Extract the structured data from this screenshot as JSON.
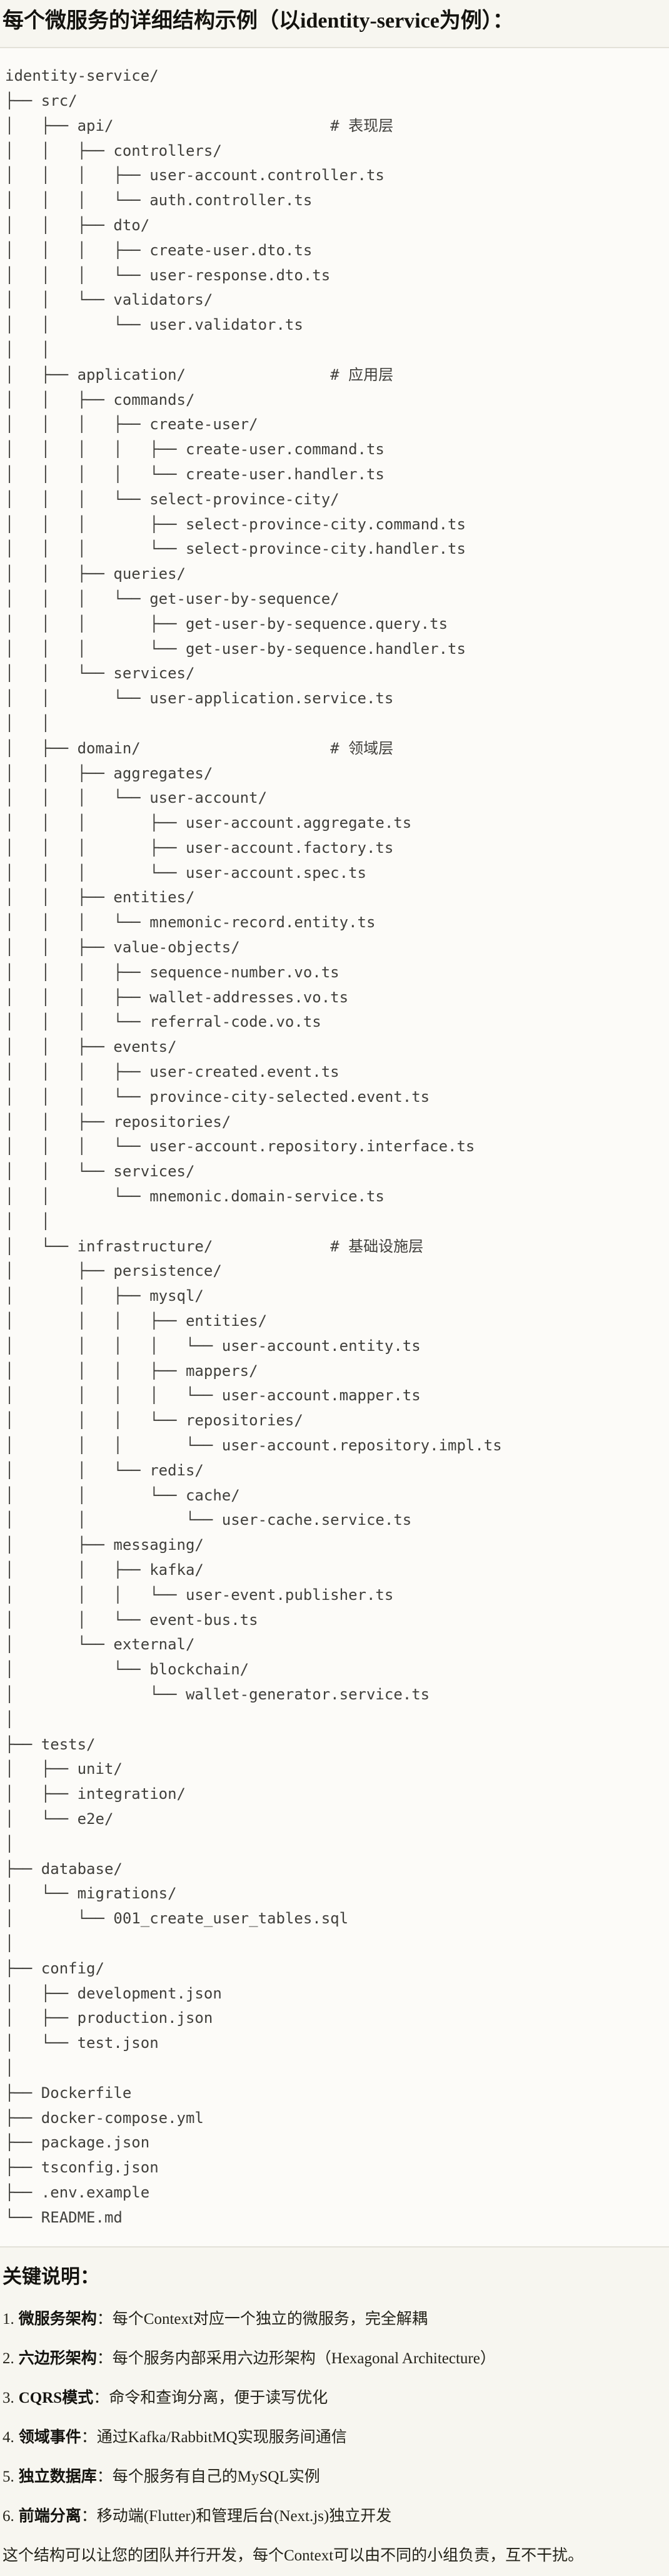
{
  "colors": {
    "page_bg": "#F7F6F0",
    "code_bg": "#FCFBF8",
    "code_border": "#E3E1D9",
    "code_text": "#403F3B",
    "heading_text": "#14130F",
    "body_text": "#232219"
  },
  "header": {
    "title": "每个微服务的详细结构示例（以identity-service为例）："
  },
  "code_block": {
    "tree_lines": [
      "identity-service/",
      "├── src/",
      "│   ├── api/                        # 表现层",
      "│   │   ├── controllers/",
      "│   │   │   ├── user-account.controller.ts",
      "│   │   │   └── auth.controller.ts",
      "│   │   ├── dto/",
      "│   │   │   ├── create-user.dto.ts",
      "│   │   │   └── user-response.dto.ts",
      "│   │   └── validators/",
      "│   │       └── user.validator.ts",
      "│   │",
      "│   ├── application/                # 应用层",
      "│   │   ├── commands/",
      "│   │   │   ├── create-user/",
      "│   │   │   │   ├── create-user.command.ts",
      "│   │   │   │   └── create-user.handler.ts",
      "│   │   │   └── select-province-city/",
      "│   │   │       ├── select-province-city.command.ts",
      "│   │   │       └── select-province-city.handler.ts",
      "│   │   ├── queries/",
      "│   │   │   └── get-user-by-sequence/",
      "│   │   │       ├── get-user-by-sequence.query.ts",
      "│   │   │       └── get-user-by-sequence.handler.ts",
      "│   │   └── services/",
      "│   │       └── user-application.service.ts",
      "│   │",
      "│   ├── domain/                     # 领域层",
      "│   │   ├── aggregates/",
      "│   │   │   └── user-account/",
      "│   │   │       ├── user-account.aggregate.ts",
      "│   │   │       ├── user-account.factory.ts",
      "│   │   │       └── user-account.spec.ts",
      "│   │   ├── entities/",
      "│   │   │   └── mnemonic-record.entity.ts",
      "│   │   ├── value-objects/",
      "│   │   │   ├── sequence-number.vo.ts",
      "│   │   │   ├── wallet-addresses.vo.ts",
      "│   │   │   └── referral-code.vo.ts",
      "│   │   ├── events/",
      "│   │   │   ├── user-created.event.ts",
      "│   │   │   └── province-city-selected.event.ts",
      "│   │   ├── repositories/",
      "│   │   │   └── user-account.repository.interface.ts",
      "│   │   └── services/",
      "│   │       └── mnemonic.domain-service.ts",
      "│   │",
      "│   └── infrastructure/             # 基础设施层",
      "│       ├── persistence/",
      "│       │   ├── mysql/",
      "│       │   │   ├── entities/",
      "│       │   │   │   └── user-account.entity.ts",
      "│       │   │   ├── mappers/",
      "│       │   │   │   └── user-account.mapper.ts",
      "│       │   │   └── repositories/",
      "│       │   │       └── user-account.repository.impl.ts",
      "│       │   └── redis/",
      "│       │       └── cache/",
      "│       │           └── user-cache.service.ts",
      "│       ├── messaging/",
      "│       │   ├── kafka/",
      "│       │   │   └── user-event.publisher.ts",
      "│       │   └── event-bus.ts",
      "│       └── external/",
      "│           └── blockchain/",
      "│               └── wallet-generator.service.ts",
      "│",
      "├── tests/",
      "│   ├── unit/",
      "│   ├── integration/",
      "│   └── e2e/",
      "│",
      "├── database/",
      "│   └── migrations/",
      "│       └── 001_create_user_tables.sql",
      "│",
      "├── config/",
      "│   ├── development.json",
      "│   ├── production.json",
      "│   └── test.json",
      "│",
      "├── Dockerfile",
      "├── docker-compose.yml",
      "├── package.json",
      "├── tsconfig.json",
      "├── .env.example",
      "└── README.md"
    ]
  },
  "notes": {
    "heading": "关键说明：",
    "items": [
      {
        "num": "1.",
        "label": "微服务架构",
        "text": "：每个Context对应一个独立的微服务，完全解耦"
      },
      {
        "num": "2.",
        "label": "六边形架构",
        "text": "：每个服务内部采用六边形架构（Hexagonal Architecture）"
      },
      {
        "num": "3.",
        "label": "CQRS模式",
        "text": "：命令和查询分离，便于读写优化"
      },
      {
        "num": "4.",
        "label": "领域事件",
        "text": "：通过Kafka/RabbitMQ实现服务间通信"
      },
      {
        "num": "5.",
        "label": "独立数据库",
        "text": "：每个服务有自己的MySQL实例"
      },
      {
        "num": "6.",
        "label": "前端分离",
        "text": "：移动端(Flutter)和管理后台(Next.js)独立开发"
      }
    ],
    "footer": "这个结构可以让您的团队并行开发，每个Context可以由不同的小组负责，互不干扰。"
  }
}
